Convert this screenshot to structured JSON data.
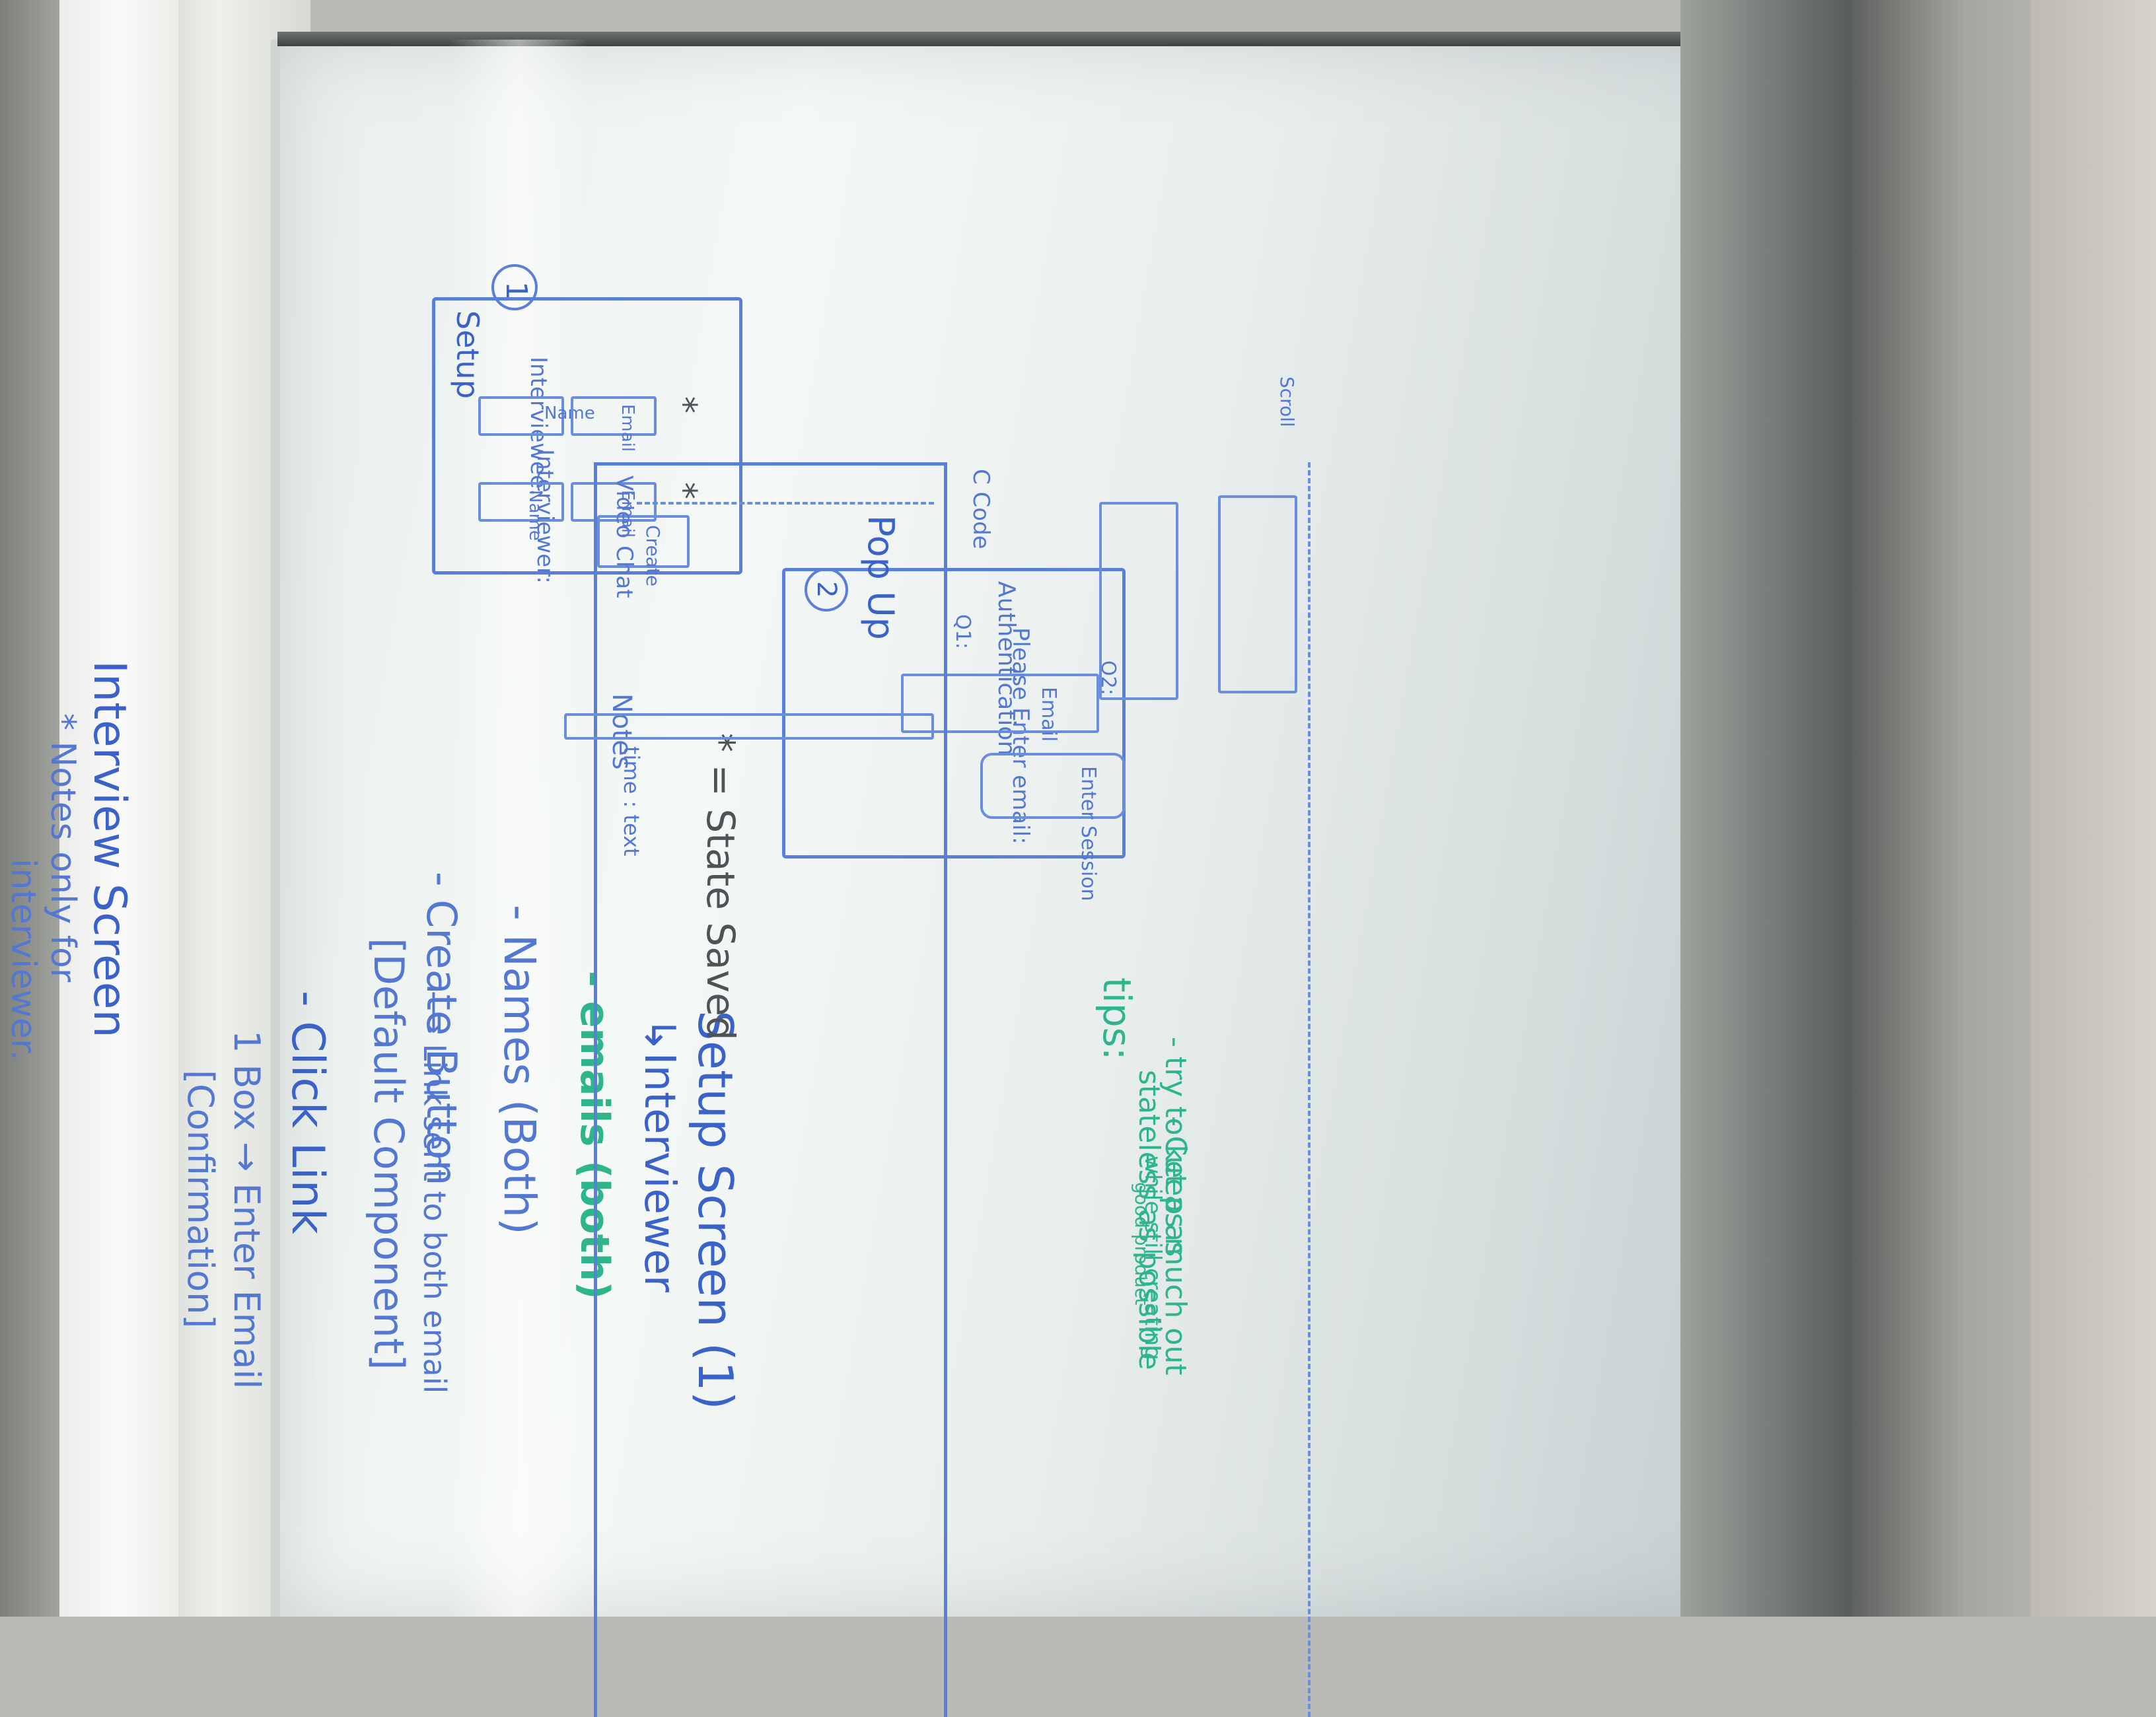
{
  "notes": {
    "setup_title": "Setup Screen (1)",
    "interviewer_line": "↳Interviewer",
    "emails_line": "- emails (both)",
    "names_line": "- Names (Both)",
    "create_button_line": "- Create Button",
    "link_sent_line": "⟶ Link sent to both email",
    "default_component_line": "[Default Component]",
    "click_link_line": "- Click Link",
    "box_email_line": "1 Box → Enter Email",
    "confirmation_line": "[Confirmation]",
    "interview_screen_line": "Interview Screen",
    "notes_only_line": "* Notes only for",
    "interviewer_word": "interviewer."
  },
  "setup_sketch": {
    "step_number": "1",
    "title": "Setup",
    "interviewee_label": "Interviewee:",
    "name_field": "Name",
    "email_field": "Email",
    "interviewer_label": "Interviewer:",
    "create_button": "Create",
    "star_mark": "*"
  },
  "legend": {
    "state_saved": "* = State Saved"
  },
  "popup_sketch": {
    "step_number": "2",
    "popup_label": "Pop Up",
    "title": "Authentication",
    "prompt": "Please Enter email:",
    "email_field": "Email",
    "enter_button": "Enter Session"
  },
  "tips": {
    "heading": "tips:",
    "line1": "- try to keep as",
    "line2": "stateless as possible",
    "line3": "- Cut as much out",
    "line4": "while still creating",
    "line5": "good product"
  },
  "interview_sketch": {
    "video_chat_label": "Video Chat",
    "notes_label": "Notes",
    "time_text_label": "time : text",
    "code_label": "C Code",
    "q1_label": "Q1:",
    "q2_label": "Q2:",
    "scroll_label": "Scroll"
  }
}
